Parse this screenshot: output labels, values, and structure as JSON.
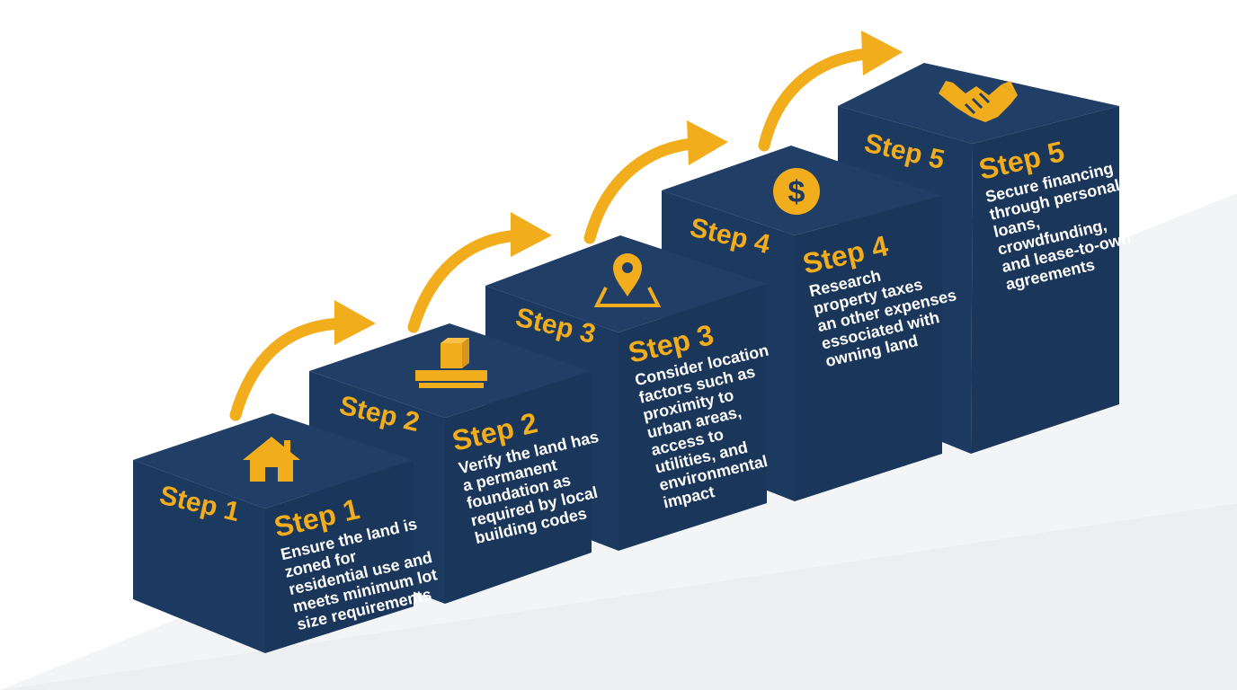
{
  "colors": {
    "navy": "#1c3a60",
    "navy_top": "#213e66",
    "navy_side": "#173253",
    "accent": "#f2ad1c",
    "text": "#ffffff",
    "floor": "#edeef1"
  },
  "steps": [
    {
      "side_label": "Step 1",
      "front_title": "Step 1",
      "icon": "house-icon",
      "lines": [
        "Ensure the land is",
        "zoned for",
        "residential use and",
        "meets minimum lot",
        "size requirements"
      ]
    },
    {
      "side_label": "Step 2",
      "front_title": "Step 2",
      "icon": "foundation-icon",
      "lines": [
        "Verify the land has",
        "a permanent",
        "foundation as",
        "required by local",
        "building codes"
      ]
    },
    {
      "side_label": "Step 3",
      "front_title": "Step 3",
      "icon": "location-pin-icon",
      "lines": [
        "Consider location",
        "factors such as",
        "proximity to",
        "urban areas,",
        "access to",
        "utilities, and",
        "environmental",
        "impact"
      ]
    },
    {
      "side_label": "Step 4",
      "front_title": "Step 4",
      "icon": "dollar-coin-icon",
      "lines": [
        "Research",
        "property taxes",
        "an other expenses",
        "essociated with",
        "owning land"
      ]
    },
    {
      "side_label": "Step 5",
      "front_title": "Step 5",
      "icon": "handshake-icon",
      "lines": [
        "Secure financing",
        "through personal",
        "loans,",
        "crowdfunding,",
        "and lease-to-own",
        "agreements"
      ]
    }
  ],
  "arrows": [
    "curved-arrow-icon",
    "curved-arrow-icon",
    "curved-arrow-icon",
    "curved-arrow-icon"
  ]
}
